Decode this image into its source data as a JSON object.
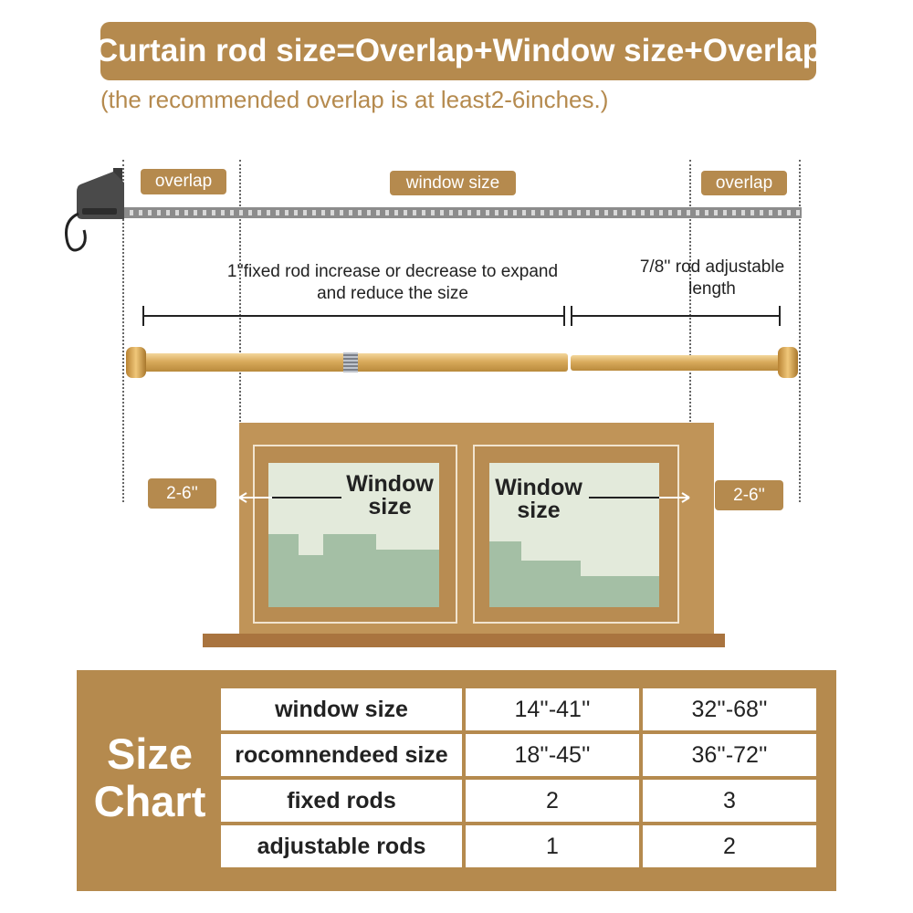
{
  "header": {
    "formula": "Curtain rod size=Overlap+Window size+Overlap",
    "note": "(the recommended overlap is at least2-6inches.)"
  },
  "measure": {
    "overlap_left": "overlap",
    "window_size": "window size",
    "overlap_right": "overlap"
  },
  "rod_captions": {
    "fixed_rod": "1''fixed rod increase or decrease to expand and reduce the size",
    "adjustable_rod": "7/8'' rod adjustable length"
  },
  "window": {
    "left_overlap": "2-6''",
    "right_overlap": "2-6''",
    "left_label": "Window size",
    "right_label": "Window size"
  },
  "size_chart": {
    "title": "Size Chart",
    "rows": [
      {
        "label": "window size",
        "col1": "14''-41''",
        "col2": "32''-68''"
      },
      {
        "label": "rocomnendeed size",
        "col1": "18''-45''",
        "col2": "36''-72''"
      },
      {
        "label": "fixed rods",
        "col1": "2",
        "col2": "3"
      },
      {
        "label": "adjustable rods",
        "col1": "1",
        "col2": "2"
      }
    ]
  },
  "colors": {
    "accent": "#b58a4e",
    "wall": "#c09458",
    "glass": "#e3eadb",
    "skyline": "#a4bfa5",
    "rod": "#d8aa5b"
  }
}
